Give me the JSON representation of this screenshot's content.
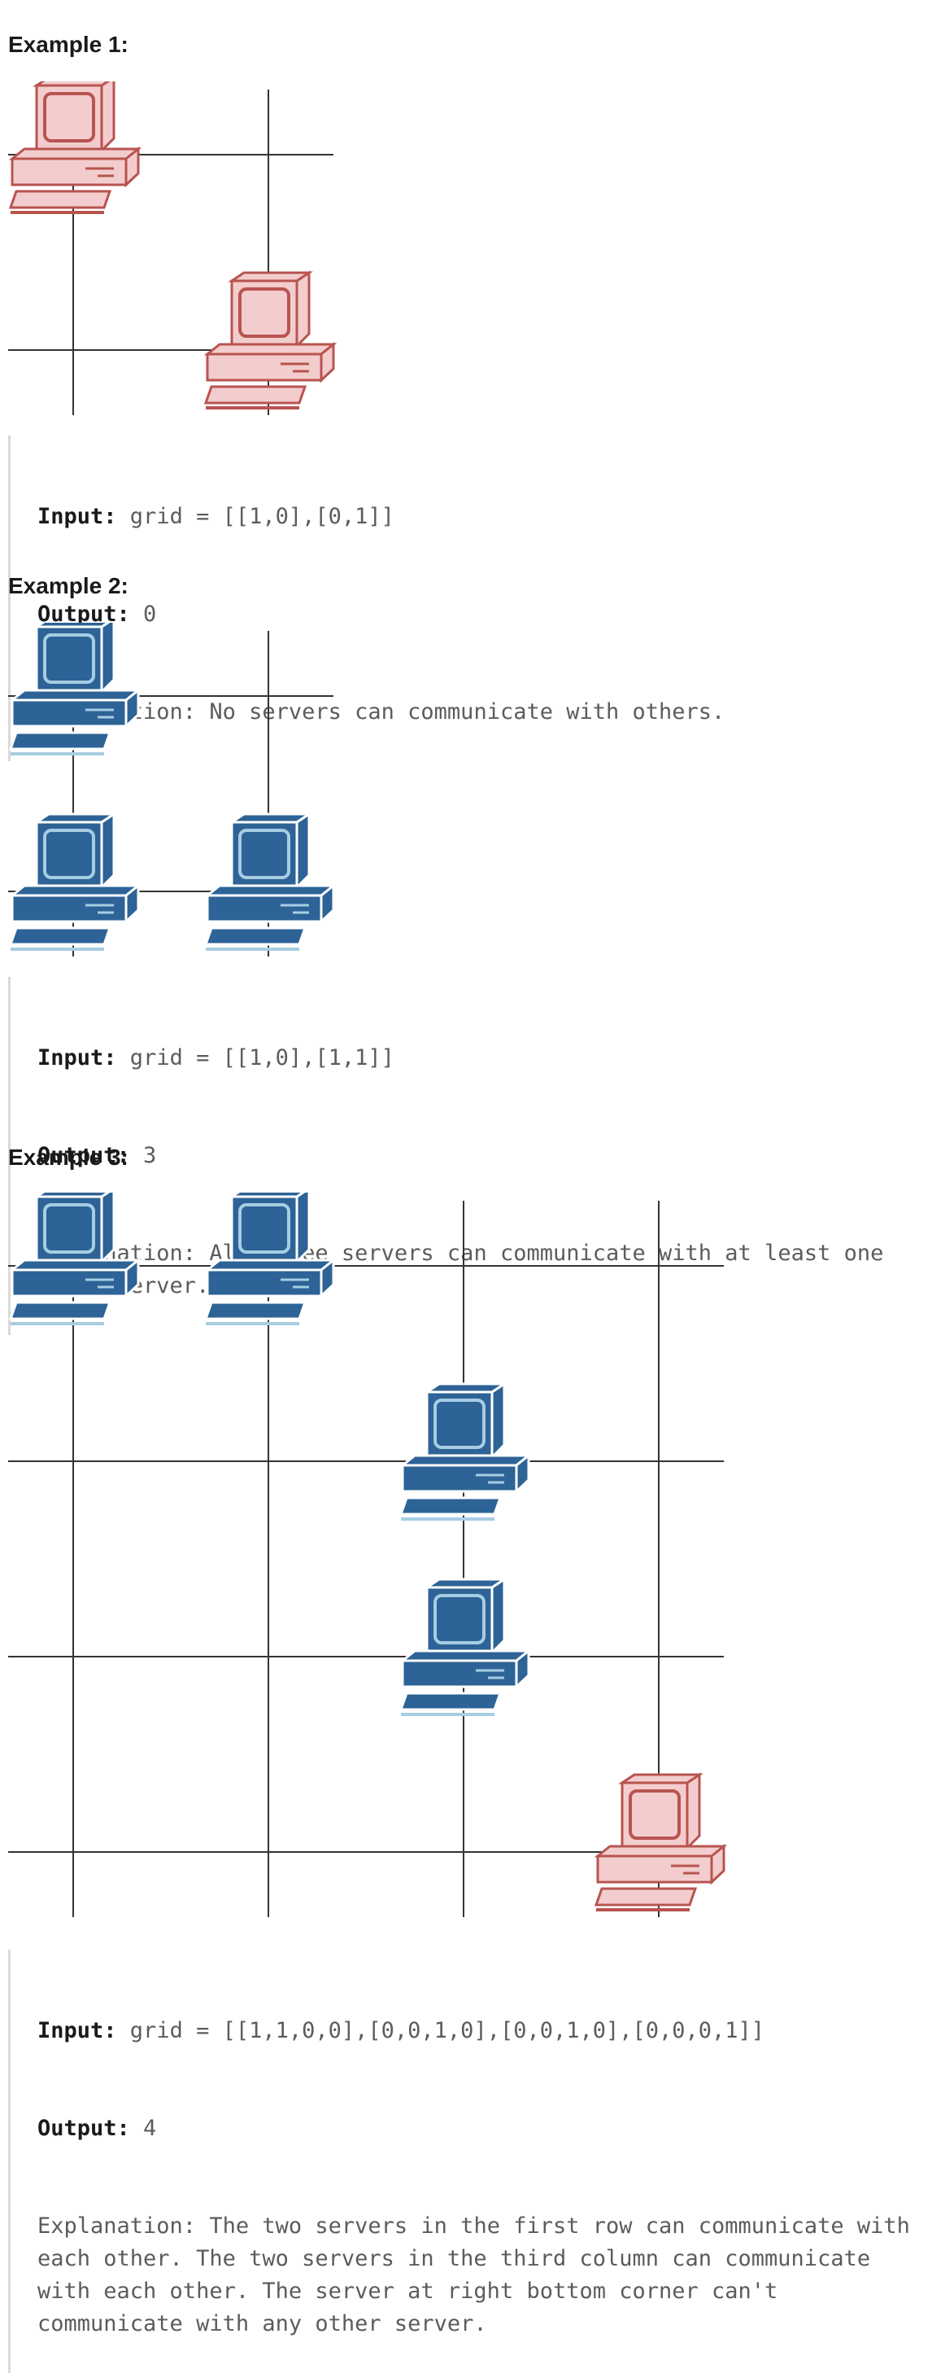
{
  "examples": [
    {
      "heading": "Example 1:",
      "input_label": "Input:",
      "input_value": " grid = [[1,0],[0,1]]",
      "output_label": "Output:",
      "output_value": " 0",
      "explanation_label": "Explanation:",
      "explanation_value": " No servers can communicate with others."
    },
    {
      "heading": "Example 2:",
      "input_label": "Input:",
      "input_value": " grid = [[1,0],[1,1]]",
      "output_label": "Output:",
      "output_value": " 3",
      "explanation_label": "Explanation:",
      "explanation_value": " All three servers can communicate with at least one other server."
    },
    {
      "heading": "Example 3:",
      "input_label": "Input:",
      "input_value": " grid = [[1,1,0,0],[0,0,1,0],[0,0,1,0],[0,0,0,1]]",
      "output_label": "Output:",
      "output_value": " 4",
      "explanation_label": "Explanation:",
      "explanation_value": " The two servers in the first row can communicate with each other. The two servers in the third column can communicate with each other. The server at right bottom corner can't communicate with any other server."
    }
  ],
  "grids": [
    {
      "name": "example-1-grid",
      "cells": [
        [
          1,
          0
        ],
        [
          0,
          1
        ]
      ],
      "isolated": [
        [
          0,
          0
        ],
        [
          1,
          1
        ]
      ]
    },
    {
      "name": "example-2-grid",
      "cells": [
        [
          1,
          0
        ],
        [
          1,
          1
        ]
      ],
      "isolated": []
    },
    {
      "name": "example-3-grid",
      "cells": [
        [
          1,
          1,
          0,
          0
        ],
        [
          0,
          0,
          1,
          0
        ],
        [
          0,
          0,
          1,
          0
        ],
        [
          0,
          0,
          0,
          1
        ]
      ],
      "isolated": [
        [
          3,
          3
        ]
      ]
    }
  ],
  "colors": {
    "communicating_server": "#2d6396",
    "communicating_server_light": "#a7cde3",
    "isolated_server": "#f3cdcd",
    "isolated_server_stroke": "#b85450",
    "grid_line": "#333333"
  }
}
